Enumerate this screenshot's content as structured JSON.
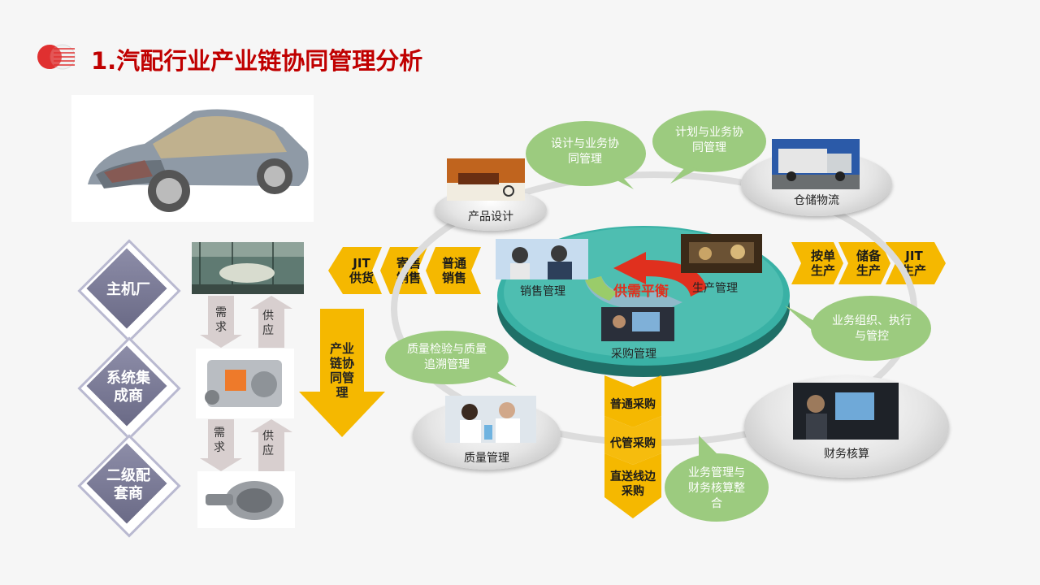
{
  "title": "1.汽配行业产业链协同管理分析",
  "colors": {
    "title": "#c00000",
    "gold": "#f5b800",
    "green_bubble": "#9ccb7f",
    "teal_disc": "#2aa79b",
    "red_arrow": "#e0301e",
    "diamond": "#7a7a96"
  },
  "tiers": [
    {
      "label": "主机厂"
    },
    {
      "label": "系统集成商"
    },
    {
      "label": "二级配套商"
    }
  ],
  "tier_arrows": {
    "demand": "需求",
    "supply": "供应"
  },
  "center": {
    "balance_label": "供需平衡",
    "sales": "销售管理",
    "production": "生产管理",
    "purchase": "采购管理"
  },
  "nodes": {
    "product_design": "产品设计",
    "warehouse": "仓储物流",
    "quality": "质量管理",
    "finance": "财务核算"
  },
  "bubbles": {
    "design_collab": "设计与业务协同管理",
    "plan_collab": "计划与业务协同管理",
    "org_control": "业务组织、执行与管控",
    "quality_trace": "质量检验与质量追溯管理",
    "finance_integration": "业务管理与财务核算整合"
  },
  "left_chevrons": [
    "JIT供货",
    "寄售销售",
    "普通销售"
  ],
  "right_chevrons": [
    "按单生产",
    "储备生产",
    "JIT生产"
  ],
  "down_chevrons": [
    "普通采购",
    "代管采购",
    "直送线边采购"
  ],
  "chain_arrow": "产业链协同管理"
}
